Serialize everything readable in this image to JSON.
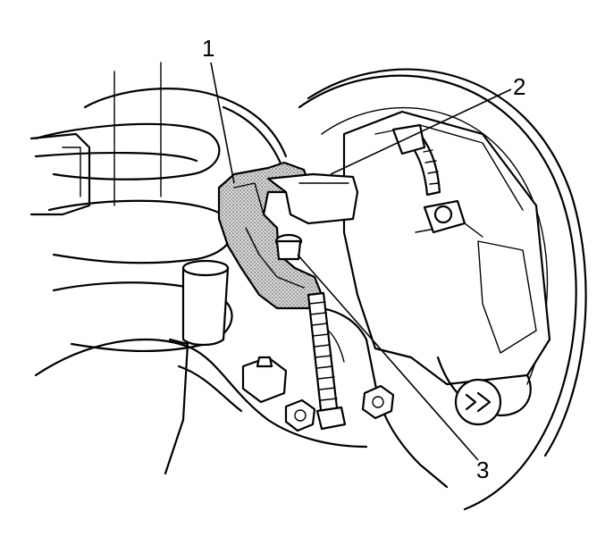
{
  "callouts": [
    {
      "id": "1",
      "label": "1"
    },
    {
      "id": "2",
      "label": "2"
    },
    {
      "id": "3",
      "label": "3"
    }
  ],
  "colors": {
    "line": "#000000",
    "background": "#ffffff",
    "tool_fill": "#b9b9b9"
  }
}
